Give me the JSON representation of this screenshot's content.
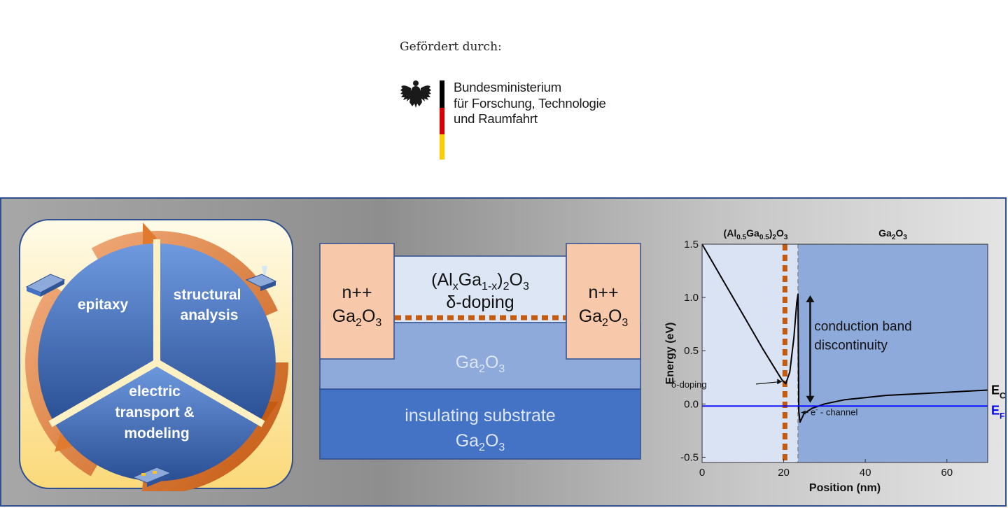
{
  "funding": {
    "label": "Gefördert durch:",
    "ministry_lines": [
      "Bundesministerium",
      "für Forschung, Technologie",
      "und Raumfahrt"
    ],
    "flag_colors": [
      "#000000",
      "#dd0000",
      "#ffcc00"
    ]
  },
  "cycle": {
    "segments": [
      {
        "label_lines": [
          "epitaxy"
        ]
      },
      {
        "label_lines": [
          "structural",
          "analysis"
        ]
      },
      {
        "label_lines": [
          "electric",
          "transport &",
          "modeling"
        ]
      }
    ]
  },
  "structure": {
    "left_contact": {
      "line1": "n++",
      "line2_main": "Ga",
      "line2_sub": "2",
      "line2_after": "O",
      "line2_sub2": "3"
    },
    "right_contact": {
      "line1": "n++",
      "line2_main": "Ga",
      "line2_sub": "2",
      "line2_after": "O",
      "line2_sub2": "3"
    },
    "barrier": {
      "p1": "(Al",
      "s1": "x",
      "p2": "Ga",
      "s2": "1-x",
      "p3": ")",
      "s3": "2",
      "p4": "O",
      "s4": "3",
      "line2": "δ-doping"
    },
    "channel": {
      "main": "Ga",
      "sub": "2",
      "after": "O",
      "sub2": "3"
    },
    "substrate": {
      "line1": "insulating substrate",
      "main": "Ga",
      "sub": "2",
      "after": "O",
      "sub2": "3"
    },
    "colors": {
      "contact": "#f7c9aa",
      "barrier": "#dce6f5",
      "channel": "#8eaadb",
      "substrate": "#4472c4",
      "doping": "#c55a11"
    }
  },
  "chart_data": {
    "type": "line",
    "xlabel": "Position (nm)",
    "ylabel": "Energy (eV)",
    "xlim": [
      0,
      70
    ],
    "ylim": [
      -0.55,
      1.5
    ],
    "x_ticks": [
      0,
      20,
      40,
      60
    ],
    "y_ticks": [
      1.5,
      1.0,
      0.5,
      0.0,
      -0.5
    ],
    "x_tick_labels": [
      "0",
      "20",
      "40",
      "60"
    ],
    "y_tick_labels": [
      "1.5",
      "1.0",
      "0.5",
      "0.0",
      "-0.5"
    ],
    "regions": [
      {
        "label_p1": "(Al",
        "label_s1": "0.5",
        "label_p2": "Ga",
        "label_s2": "0.5",
        "label_p3": ")",
        "label_s3": "2",
        "label_p4": "O",
        "label_s4": "3",
        "x_range": [
          0,
          23.5
        ],
        "color": "#dae3f3"
      },
      {
        "label_p1": "Ga",
        "label_s1": "2",
        "label_p2": "O",
        "label_s2": "3",
        "x_range": [
          23.5,
          70
        ],
        "color": "#8eaadb"
      }
    ],
    "delta_doping_x": 20.3,
    "interface_x": 23.5,
    "series": [
      {
        "name": "E_C",
        "color": "#000000",
        "x": [
          0,
          5,
          10,
          15,
          19.5,
          20.5,
          21.5,
          22.5,
          23.2,
          23.5,
          23.7,
          24,
          24.5,
          25,
          27,
          30,
          35,
          40,
          45,
          50,
          55,
          60,
          65,
          70
        ],
        "y": [
          1.5,
          1.17,
          0.84,
          0.51,
          0.23,
          0.19,
          0.3,
          0.62,
          0.95,
          1.03,
          -0.07,
          -0.17,
          -0.13,
          -0.09,
          -0.04,
          0.0,
          0.04,
          0.06,
          0.08,
          0.09,
          0.1,
          0.11,
          0.12,
          0.13
        ]
      },
      {
        "name": "E_F",
        "color": "#0000ff",
        "x": [
          0,
          70
        ],
        "y": [
          -0.02,
          -0.02
        ]
      }
    ],
    "annotations": {
      "delta_doping": "δ-doping",
      "discontinuity_line1": "conduction band",
      "discontinuity_line2": "discontinuity",
      "channel_e": "e",
      "channel_sup": "-",
      "channel_rest": " - channel",
      "ec_main": "E",
      "ec_sub": "C",
      "ef_main": "E",
      "ef_sub": "F"
    }
  }
}
